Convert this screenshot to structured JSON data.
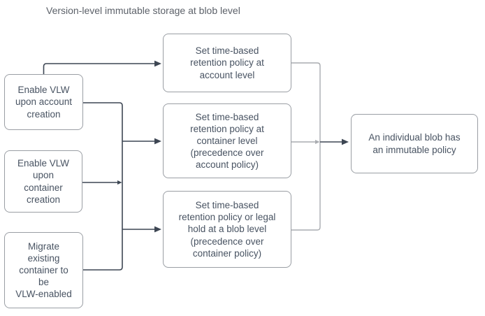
{
  "title": "Version-level immutable storage at blob level",
  "colors": {
    "background": "#ffffff",
    "node_fill": "#ffffff",
    "node_border": "#9a9ea4",
    "node_text": "#485362",
    "title_text": "#5c6169",
    "connector_dark": "#3d4653",
    "connector_gray": "#a9acb0"
  },
  "nodes": {
    "enable_account": {
      "label": "Enable VLW\nupon account\ncreation"
    },
    "enable_container": {
      "label": "Enable VLW\nupon\ncontainer\ncreation"
    },
    "migrate_existing": {
      "label": "Migrate\nexisting\ncontainer to\nbe\nVLW-enabled"
    },
    "retention_account": {
      "label": "Set time-based\nretention policy at\naccount level"
    },
    "retention_container": {
      "label": "Set time-based\nretention policy at\ncontainer level\n(precedence over\naccount policy)"
    },
    "retention_blob": {
      "label": "Set time-based\nretention policy or legal\nhold at a blob level\n(precedence over\ncontainer policy)"
    },
    "blob_immutable": {
      "label": "An individual blob has\nan immutable policy"
    }
  }
}
